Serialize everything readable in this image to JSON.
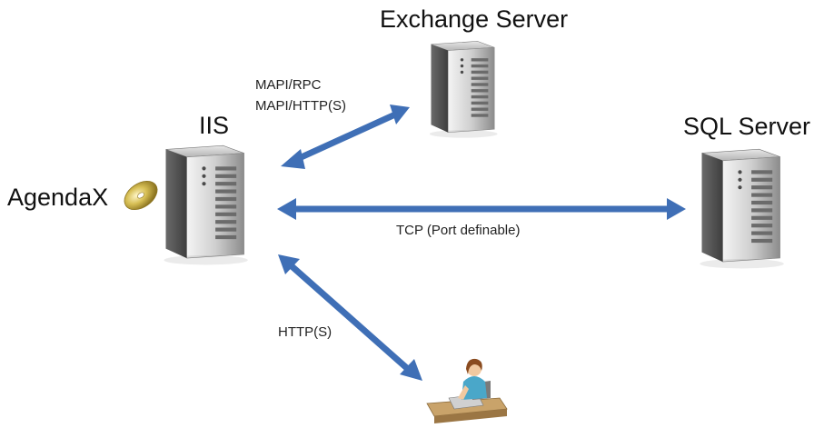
{
  "nodes": {
    "exchange": {
      "label": "Exchange Server"
    },
    "iis": {
      "label": "IIS"
    },
    "sql": {
      "label": "SQL Server"
    },
    "agendax": {
      "label": "AgendaX"
    }
  },
  "connections": {
    "iis_exchange": {
      "line1": "MAPI/RPC",
      "line2": "MAPI/HTTP(S)"
    },
    "iis_sql": {
      "label": "TCP (Port definable)"
    },
    "iis_client": {
      "label": "HTTP(S)"
    }
  },
  "colors": {
    "arrow": "#3f6fb6",
    "arrow_dark": "#2d5390",
    "server_light": "#d8d8d8",
    "server_dark": "#6f6f6f",
    "cd_gold": "#c9b24a"
  },
  "icons": {
    "server": "server-tower-icon",
    "cd": "cd-disc-icon",
    "client": "person-at-laptop-icon"
  }
}
